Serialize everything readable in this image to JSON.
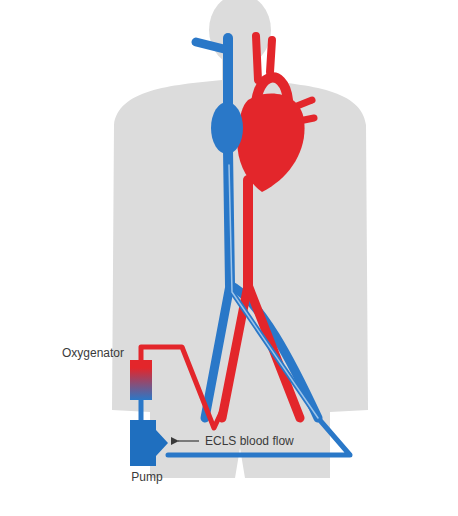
{
  "diagram": {
    "nodes": [
      {
        "text": [
          "Oxygenator"
        ]
      },
      {
        "text": [
          "Pump"
        ]
      }
    ],
    "edges": [
      {
        "from": 1,
        "to": 0,
        "arrow": "none"
      }
    ],
    "labels": [
      "ECLS blood flow"
    ]
  }
}
